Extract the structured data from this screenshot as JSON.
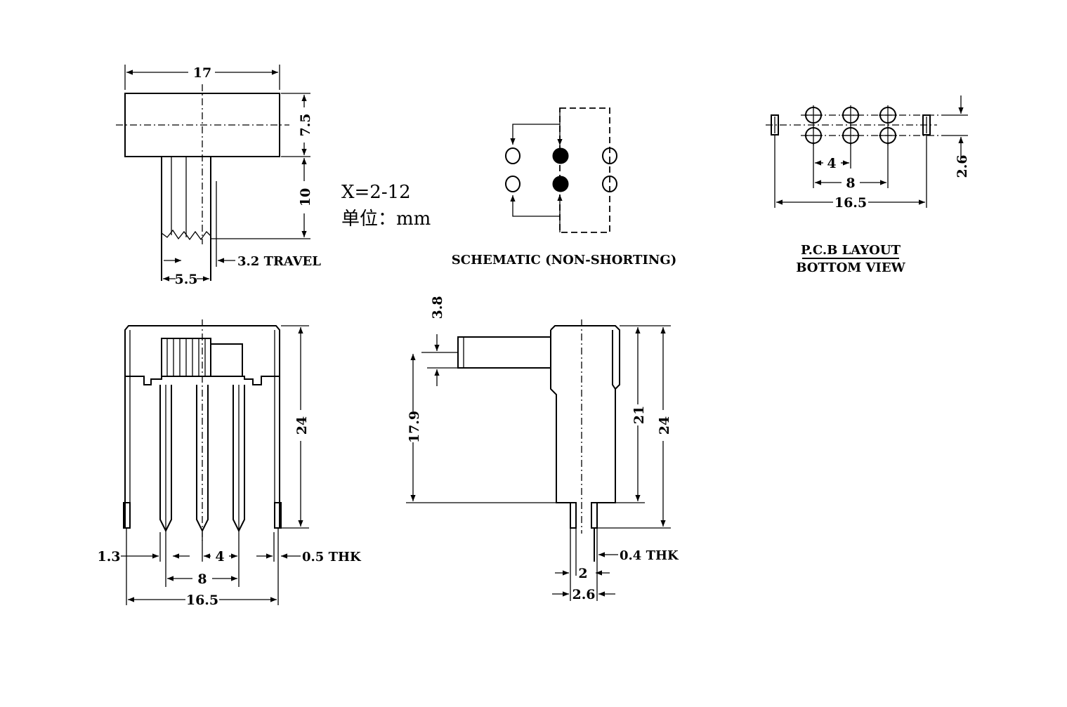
{
  "notes": {
    "range": "X=2-12",
    "unit": "单位：mm"
  },
  "views": {
    "top": {
      "width": "17",
      "height": "7.5",
      "stem": "10",
      "travel": "3.2 TRAVEL",
      "stem_width": "5.5"
    },
    "schematic": {
      "caption": "SCHEMATIC (NON-SHORTING)"
    },
    "pcb": {
      "caption_line1": "P.C.B LAYOUT",
      "caption_line2": "BOTTOM VIEW",
      "pitch": "4",
      "span": "8",
      "overall": "16.5",
      "row_gap": "2.6"
    },
    "front": {
      "height": "24",
      "edge": "1.3",
      "pitch": "4",
      "thk": "0.5 THK",
      "span": "8",
      "overall": "16.5"
    },
    "side": {
      "knob": "3.8",
      "knob_height": "17.9",
      "body": "21",
      "total": "24",
      "thk": "0.4 THK",
      "pin_gap": "2",
      "pin_outer": "2.6"
    }
  }
}
